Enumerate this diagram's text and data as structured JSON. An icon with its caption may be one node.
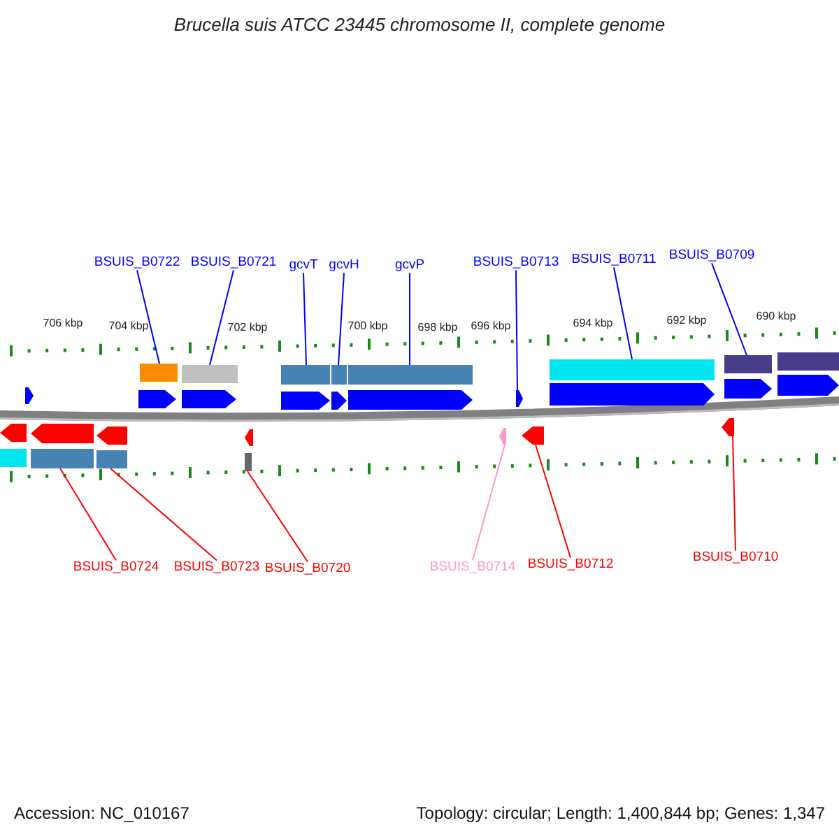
{
  "diagram": {
    "title": "Brucella suis ATCC 23445 chromosome II, complete genome",
    "nodes": [
      {
        "text": [
          "BSUIS_B0722"
        ]
      },
      {
        "text": [
          "BSUIS_B0721"
        ]
      },
      {
        "text": [
          "gcvT"
        ]
      },
      {
        "text": [
          "gcvH"
        ]
      },
      {
        "text": [
          "gcvP"
        ]
      },
      {
        "text": [
          "BSUIS_B0713"
        ]
      },
      {
        "text": [
          "BSUIS_B0711"
        ]
      },
      {
        "text": [
          "BSUIS_B0709"
        ]
      },
      {
        "text": [
          "BSUIS_B0724"
        ]
      },
      {
        "text": [
          "BSUIS_B0723"
        ]
      },
      {
        "text": [
          "BSUIS_B0720"
        ]
      },
      {
        "text": [
          "BSUIS_B0714"
        ]
      },
      {
        "text": [
          "BSUIS_B0712"
        ]
      },
      {
        "text": [
          "BSUIS_B0710"
        ]
      },
      {
        "text": [],
        "shape": "box"
      },
      {
        "text": [],
        "shape": "box"
      },
      {
        "text": [],
        "shape": "box"
      },
      {
        "text": [],
        "shape": "box"
      },
      {
        "text": [],
        "shape": "box"
      },
      {
        "text": [],
        "shape": "arrow"
      },
      {
        "text": [],
        "shape": "box"
      },
      {
        "text": [],
        "shape": "box"
      },
      {
        "text": [],
        "shape": "box"
      },
      {
        "text": [],
        "shape": "box"
      },
      {
        "text": [],
        "shape": "box"
      },
      {
        "text": [],
        "shape": "arrow"
      },
      {
        "text": [],
        "shape": "arrow"
      },
      {
        "text": [],
        "shape": "arrow"
      },
      {
        "text": [],
        "shape": "box"
      },
      {
        "text": [],
        "shape": "arrow"
      },
      {
        "text": [],
        "shape": "arrow"
      },
      {
        "text": [],
        "shape": "arrow"
      },
      {
        "text": [],
        "shape": "arrow"
      },
      {
        "text": [],
        "shape": "arrow"
      },
      {
        "text": [],
        "shape": "arrow"
      },
      {
        "text": [],
        "shape": "arrow"
      },
      {
        "text": [],
        "shape": "arrow"
      },
      {
        "text": [],
        "shape": "arrow"
      },
      {
        "text": [],
        "shape": "arrow"
      },
      {
        "text": [],
        "shape": "arrow"
      },
      {
        "text": [],
        "shape": "arrow"
      },
      {
        "text": [],
        "shape": "arrow"
      },
      {
        "text": [],
        "shape": "box"
      }
    ],
    "edges": [
      {
        "from": 0,
        "to": 14,
        "arrow": "none"
      },
      {
        "from": 1,
        "to": 15,
        "arrow": "none"
      },
      {
        "from": 2,
        "to": 16,
        "arrow": "none"
      },
      {
        "from": 3,
        "to": 17,
        "arrow": "none"
      },
      {
        "from": 4,
        "to": 18,
        "arrow": "none"
      },
      {
        "from": 5,
        "to": 19,
        "arrow": "none"
      },
      {
        "from": 6,
        "to": 20,
        "arrow": "none"
      },
      {
        "from": 7,
        "to": 21,
        "arrow": "none"
      },
      {
        "from": 8,
        "to": 22,
        "arrow": "none",
        "color": "#ff0000"
      },
      {
        "from": 9,
        "to": 23,
        "arrow": "none",
        "color": "#ff0000"
      },
      {
        "from": 10,
        "to": 24,
        "arrow": "none",
        "color": "#ff0000"
      },
      {
        "from": 11,
        "to": 25,
        "arrow": "none",
        "color": "#ff99cc"
      },
      {
        "from": 12,
        "to": 26,
        "arrow": "none",
        "color": "#ff0000"
      },
      {
        "from": 13,
        "to": 27,
        "arrow": "none",
        "color": "#ff0000"
      }
    ],
    "labels": [
      "706 kbp",
      "704 kbp",
      "702 kbp",
      "700 kbp",
      "698 kbp",
      "696 kbp",
      "694 kbp",
      "692 kbp",
      "690 kbp",
      "Accession: NC_010167",
      "Topology: circular; Length: 1,400,844 bp; Genes: 1,347"
    ]
  }
}
